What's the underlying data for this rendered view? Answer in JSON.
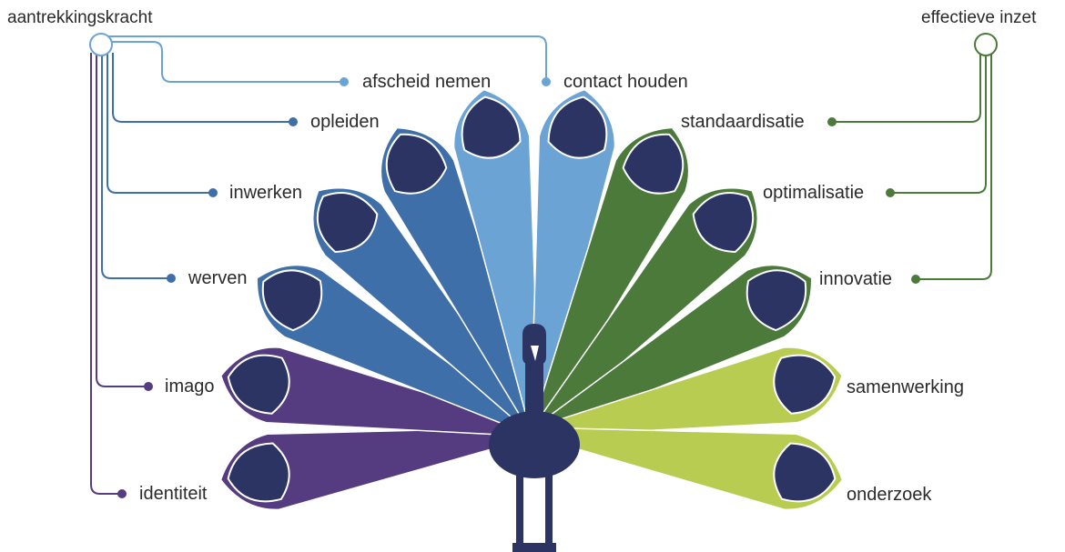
{
  "left_group": {
    "title": "aantrekkingskracht",
    "items": [
      {
        "label": "afscheid nemen",
        "color": "#6aa3d4"
      },
      {
        "label": "contact houden",
        "color": "#6aa3d4"
      },
      {
        "label": "opleiden",
        "color": "#3f6fa8"
      },
      {
        "label": "inwerken",
        "color": "#3f6fa8"
      },
      {
        "label": "werven",
        "color": "#3f6fa8"
      },
      {
        "label": "imago",
        "color": "#5a3a7e"
      },
      {
        "label": "identiteit",
        "color": "#5a3a7e"
      }
    ]
  },
  "right_group": {
    "title": "effectieve inzet",
    "items": [
      {
        "label": "standaardisatie",
        "color": "#4a7a3a"
      },
      {
        "label": "optimalisatie",
        "color": "#4a7a3a"
      },
      {
        "label": "innovatie",
        "color": "#4a7a3a"
      },
      {
        "label": "samenwerking",
        "color": "#b8cc50"
      },
      {
        "label": "onderzoek",
        "color": "#b8cc50"
      }
    ]
  },
  "colors": {
    "navy": "#2b3463",
    "purple": "#553b7f",
    "mid_blue": "#3f6fa8",
    "light_blue": "#6aa3d4",
    "dark_green": "#4b7a3b",
    "lime": "#b8cc52"
  }
}
